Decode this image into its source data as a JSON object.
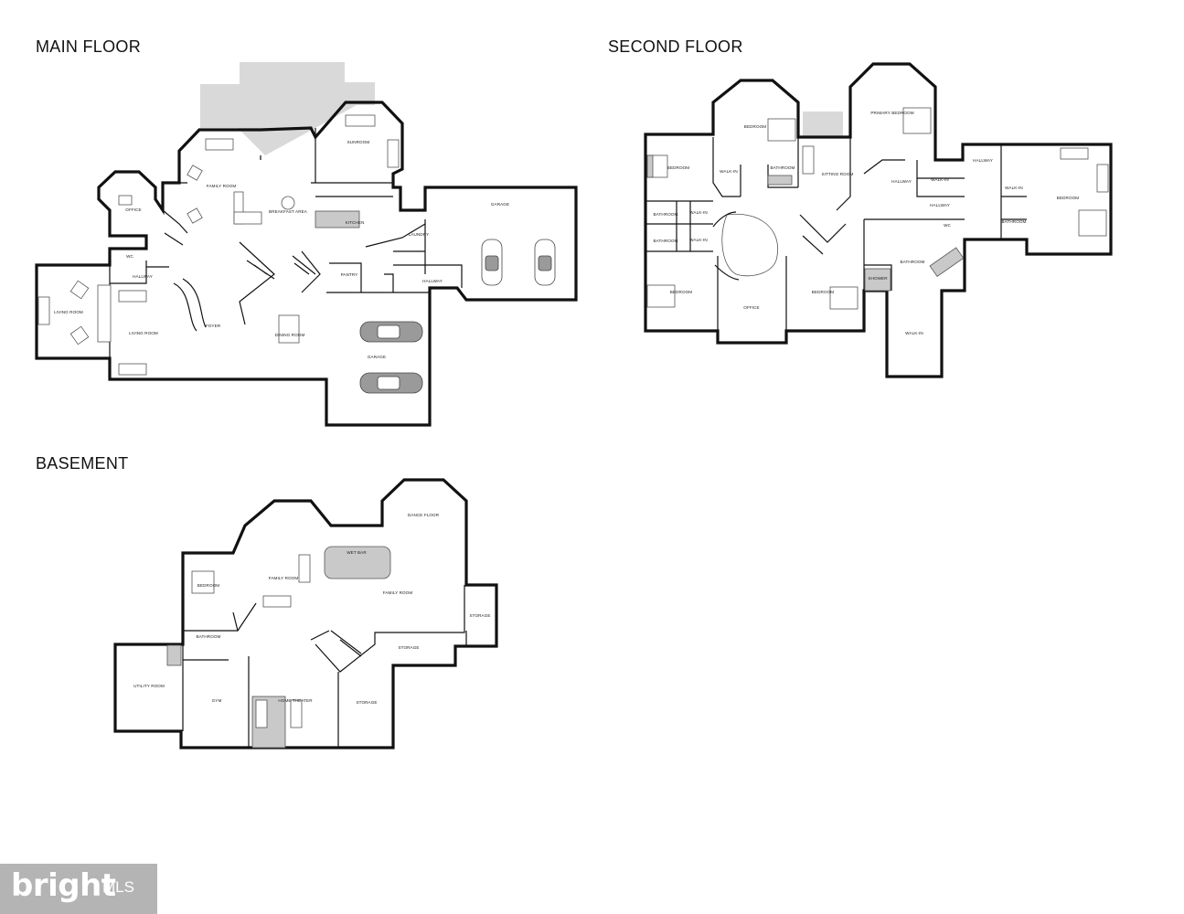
{
  "headings": {
    "main_floor": "MAIN FLOOR",
    "second_floor": "SECOND FLOOR",
    "basement": "BASEMENT"
  },
  "main_floor_rooms": {
    "office": "OFFICE",
    "wc": "WC",
    "hallway_west": "HALLWAY",
    "living_room_west": "LIVING ROOM",
    "living_room": "LIVING ROOM",
    "family_room": "FAMILY ROOM",
    "breakfast_area": "BREAKFAST AREA",
    "sunroom": "SUNROOM",
    "kitchen": "KITCHEN",
    "laundry": "LAUNDRY",
    "garage_east": "GARAGE",
    "pantry": "PANTRY",
    "hallway_east": "HALLWAY",
    "foyer": "FOYER",
    "dining_room": "DINING ROOM",
    "garage_south": "GARAGE"
  },
  "second_floor_rooms": {
    "bedroom_nw": "BEDROOM",
    "bedroom_north": "BEDROOM",
    "walk_in_north": "WALK-IN",
    "bathroom_north": "BATHROOM",
    "sitting_room": "SITTING ROOM",
    "primary_bedroom": "PRIMARY BEDROOM",
    "hallway_east": "HALLWAY",
    "walk_in_east": "WALK-IN",
    "hallway_center": "HALLWAY",
    "wc": "WC",
    "hallway_ne": "HALLWAY",
    "walk_in_ne": "WALK-IN",
    "bathroom_ne": "BATHROOM",
    "bedroom_east": "BEDROOM",
    "bathroom_west1": "BATHROOM",
    "walk_in_w1": "WALK-IN",
    "bathroom_west2": "BATHROOM",
    "walk_in_w2": "WALK-IN",
    "bedroom_sw": "BEDROOM",
    "office": "OFFICE",
    "bedroom_south": "BEDROOM",
    "bathroom_primary": "BATHROOM",
    "shower": "SHOWER",
    "walk_in_south": "WALK-IN"
  },
  "basement_rooms": {
    "dance_floor": "DANCE FLOOR",
    "wet_bar": "WET BAR",
    "bedroom": "BEDROOM",
    "family_room_west": "FAMILY ROOM",
    "family_room_east": "FAMILY ROOM",
    "storage_small": "STORAGE",
    "bathroom": "BATHROOM",
    "storage_mid": "STORAGE",
    "utility_room": "UTILITY ROOM",
    "gym": "GYM",
    "home_theater": "HOME THEATER",
    "storage_south": "STORAGE"
  },
  "logo": {
    "brand": "bright",
    "suffix": "MLS"
  }
}
